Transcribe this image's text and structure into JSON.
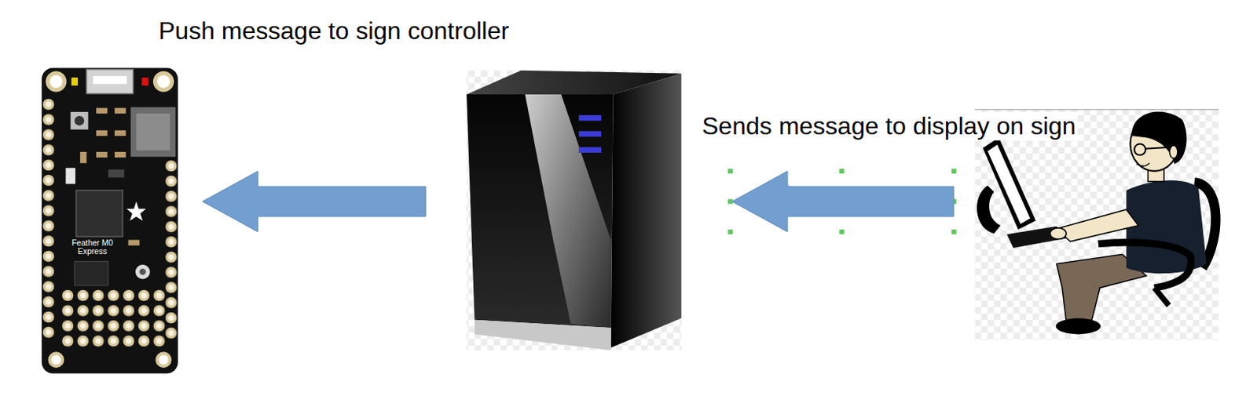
{
  "diagram": {
    "nodes": [
      {
        "text": [
          "Feather M0 Express"
        ]
      },
      {
        "text": []
      },
      {
        "text": []
      }
    ],
    "edges": [
      {
        "from": 1,
        "to": 0,
        "arrow": "to",
        "label": "Push message to sign controller"
      },
      {
        "from": 2,
        "to": 1,
        "arrow": "to",
        "label": "Sends message to display on sign"
      }
    ]
  }
}
